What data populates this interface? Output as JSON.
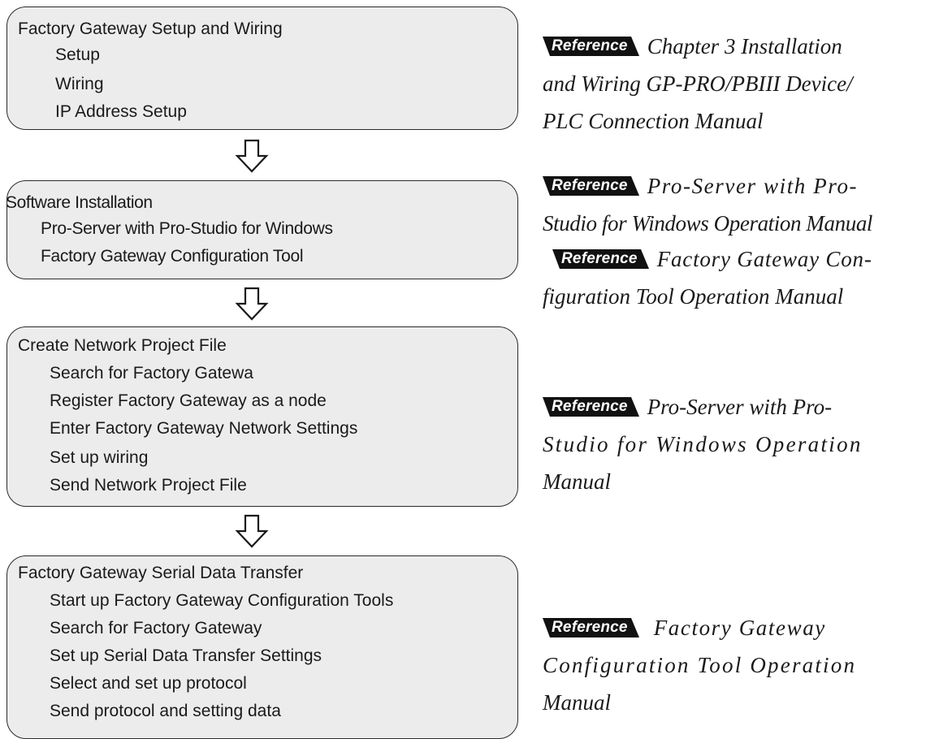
{
  "steps": [
    {
      "title": "Factory Gateway Setup and Wiring",
      "items": [
        "Setup",
        "Wiring",
        "IP Address Setup"
      ]
    },
    {
      "title": "Software Installation",
      "items": [
        "Pro-Server with Pro-Studio for Windows",
        "Factory Gateway Configuration Tool"
      ]
    },
    {
      "title": "Create Network Project File",
      "items": [
        "Search for Factory Gatewa",
        "Register Factory Gateway as a node",
        "Enter Factory Gateway Network Settings",
        "Set up wiring",
        "Send Network Project File"
      ]
    },
    {
      "title": "Factory Gateway Serial Data Transfer",
      "items": [
        "Start up Factory Gateway Configuration Tools",
        "Search for Factory Gateway",
        "Set up Serial Data Transfer Settings",
        "Select and set up protocol",
        "Send protocol and setting data"
      ]
    }
  ],
  "reference_label": "Reference",
  "references": [
    {
      "lines": [
        "Chapter 3 Installation",
        "and Wiring  GP-PRO/PBIII Device/",
        "PLC Connection Manual"
      ]
    },
    {
      "lines": [
        "Pro-Server with Pro-",
        "Studio for Windows Operation Manual"
      ]
    },
    {
      "lines": [
        "Factory Gateway Con-",
        "figuration Tool Operation Manual"
      ]
    },
    {
      "lines": [
        "Pro-Server with Pro-",
        "Studio for Windows Operation",
        "Manual"
      ]
    },
    {
      "lines": [
        "Factory Gateway",
        "Configuration Tool Operation",
        "Manual"
      ]
    }
  ]
}
